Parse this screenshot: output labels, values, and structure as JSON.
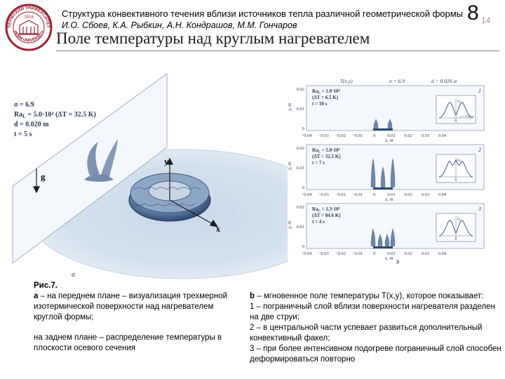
{
  "header": {
    "subject": "Структура конвективного течения вблизи источников тепла различной геометрической формы",
    "authors": "И.О. Сбоев, К.А. Рыбкин, А.Н. Кондрашов, М.М. Гончаров",
    "title": "Поле температуры над круглым нагревателем",
    "slide_number": "8",
    "slide_total": "14"
  },
  "logo": {
    "ring_text_top": "ПЕРМСКИЙ УНИВЕРСИТЕТ",
    "ring_text_bottom": "PERM UNIVERSITY",
    "year": "1916",
    "color": "#9b2335"
  },
  "fig_left": {
    "params": [
      "σ = 6.9",
      "Ra",
      "L",
      " = 5.0·10⁴ (ΔT = 32.5 K)",
      "d = 0.020 m",
      "t = 5 s"
    ],
    "gravity_label": "g",
    "axis_y": "y",
    "axis_x": "x",
    "panel_label": "a"
  },
  "fig_right": {
    "header": [
      "T(x,y)",
      "σ = 6.9",
      "d = 0.020 м"
    ],
    "ylabel": "y, m",
    "xlabel": "x, m",
    "y_ticks": [
      "0.02",
      "0.01",
      "0"
    ],
    "x_ticks": [
      "−0.04",
      "−0.03",
      "−0.02",
      "−0.01",
      "0",
      "0.01",
      "0.02",
      "0.03",
      "0.04"
    ],
    "panels": [
      {
        "id": "1",
        "ra": "Ra",
        "ra_sub": "L",
        "ra_val": " = 1.0·10⁴",
        "dt": "(ΔT = 6.5 K)",
        "t": "t = 10 s",
        "inset_note": "y = 0.002 m"
      },
      {
        "id": "2",
        "ra": "Ra",
        "ra_sub": "L",
        "ra_val": " = 5.0·10⁴",
        "dt": "(ΔT = 32.5 K)",
        "t": "t = 7 s"
      },
      {
        "id": "3",
        "ra": "Ra",
        "ra_sub": "L",
        "ra_val": " = 1.3·10⁵",
        "dt": "(ΔT = 84.6 K)",
        "t": "t = 4 s"
      }
    ],
    "inset_ylabel": "u",
    "inset_ysub": "y",
    "inset_xlabel": "0",
    "panel_label": "b"
  },
  "caption_left": {
    "title": "Рис.7.",
    "a_letter": "a",
    "a_text": " –  на переднем плане – визуализация трехмерной изотермической поверхности над нагревателем круглой формы;",
    "back_text": "на заднем плане – распределение температуры в плоскости осевого сечения"
  },
  "caption_right": {
    "b_letter": "b",
    "lead_text": " – мгновенное поле температуры T(x,y), которое показывает:",
    "items": [
      "1 – пограничный слой вблизи поверхности нагревателя разделен на две струи;",
      "2 – в центральной части успевает развиться дополнительный конвективный факел;",
      "3 – при более интенсивном подогреве пограничный слой способен деформироваться повторно"
    ]
  }
}
